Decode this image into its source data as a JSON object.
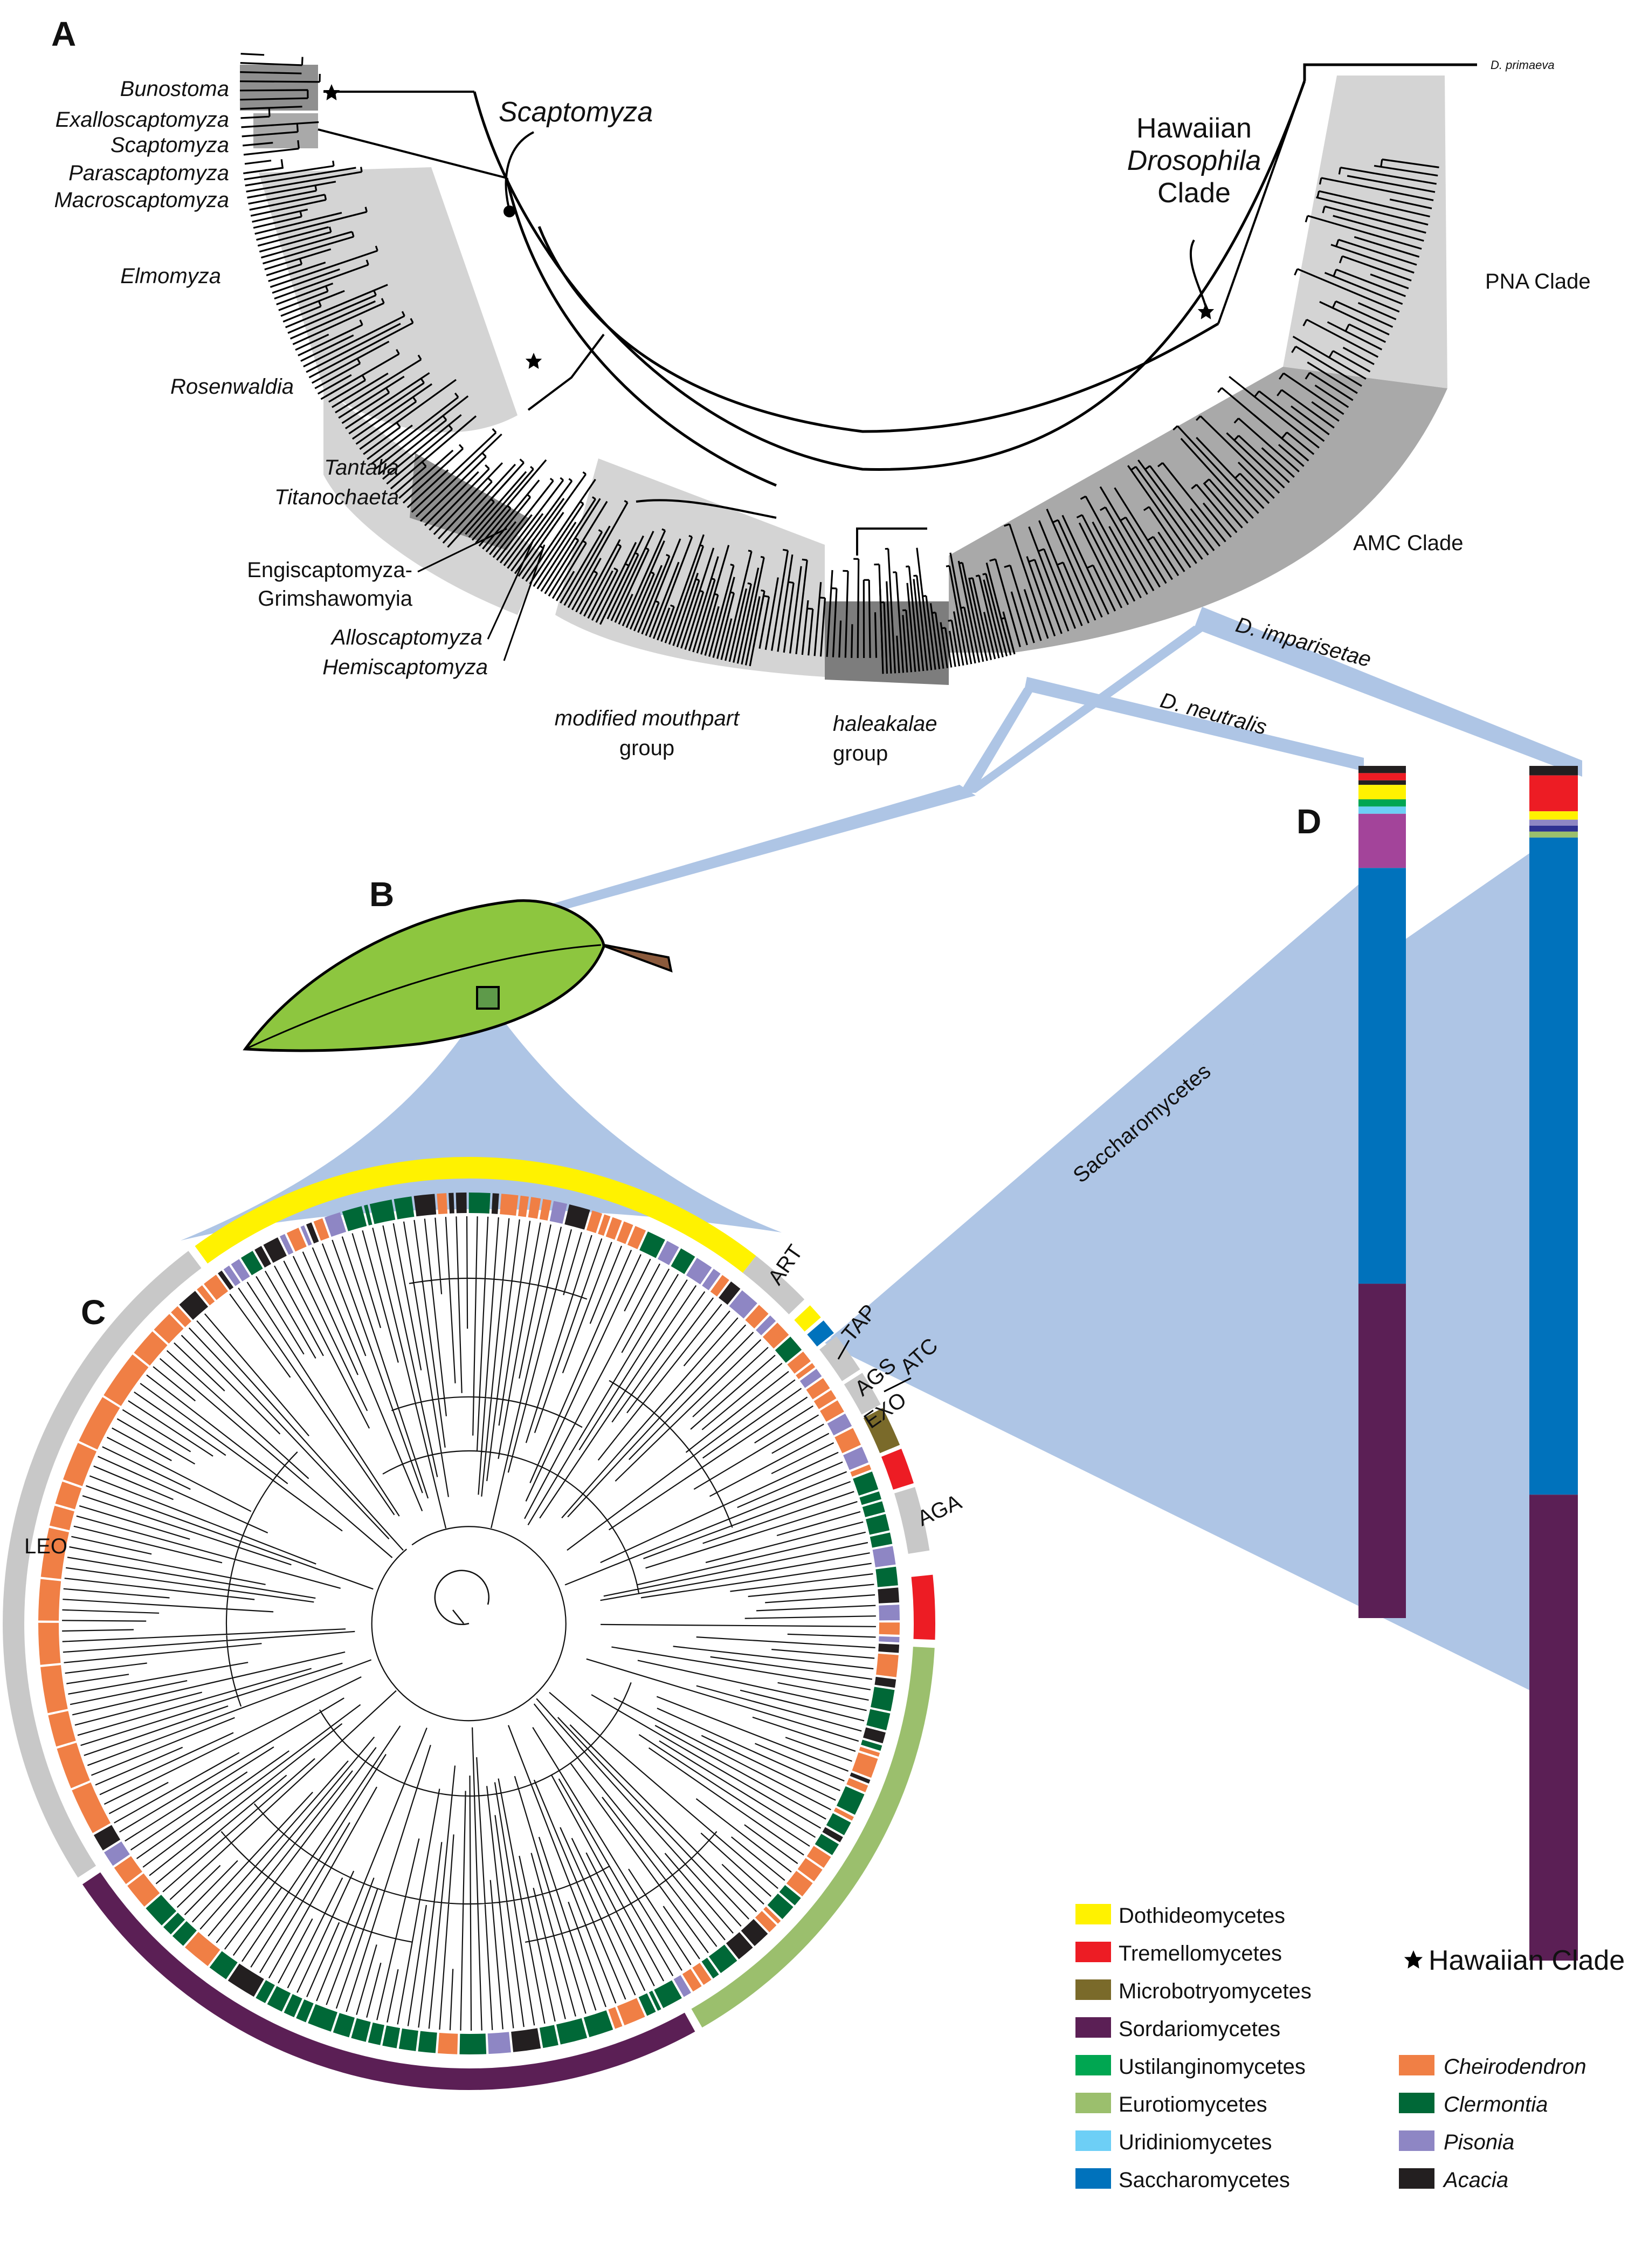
{
  "panels": {
    "a": "A",
    "b": "B",
    "c": "C",
    "d": "D"
  },
  "genera": [
    "Bunostoma",
    "Exalloscaptomyza",
    "Scaptomyza",
    "Parascaptomyza",
    "Macroscaptomyza",
    "Elmomyza",
    "Rosenwaldia",
    "Tantalia",
    "Titanochaeta",
    "Engiscaptomyza-",
    "Grimshawomyia",
    "Alloscaptomyza",
    "Hemiscaptomyza"
  ],
  "clade_labels": {
    "scaptomyza": "Scaptomyza",
    "hawaiian_line1": "Hawaiian",
    "hawaiian_line2": "Drosophila",
    "hawaiian_line3": "Clade",
    "pna": "PNA Clade",
    "amc": "AMC Clade",
    "outgroup": "D. primaeva",
    "mouthpart_line1": "modified mouthpart",
    "mouthpart_line2": "group",
    "haleakalae_line1": "haleakalae",
    "haleakalae_line2": "group",
    "imparisetae": "D. imparisetae",
    "neutralis": "D. neutralis",
    "saccharomycetes": "Saccharomycetes"
  },
  "fungal_clades": [
    "ART",
    "TAP",
    "AGS",
    "ATC",
    "EXO",
    "AGA",
    "LEO"
  ],
  "legend": {
    "classes": [
      {
        "name": "Dothideomycetes",
        "color": "#fff200"
      },
      {
        "name": "Tremellomycetes",
        "color": "#ed1c24"
      },
      {
        "name": "Microbotryomycetes",
        "color": "#7a6a2a"
      },
      {
        "name": "Sordariomycetes",
        "color": "#5b1f55"
      },
      {
        "name": "Ustilanginomycetes",
        "color": "#00a651"
      },
      {
        "name": "Eurotiomycetes",
        "color": "#9bbf6d"
      },
      {
        "name": "Uridiniomycetes",
        "color": "#6dcff6"
      },
      {
        "name": "Saccharomycetes",
        "color": "#0072bc"
      }
    ],
    "star_label": "Hawaiian Clade",
    "hosts": [
      {
        "name": "Cheirodendron",
        "color": "#f07f45"
      },
      {
        "name": "Clermontia",
        "color": "#006837"
      },
      {
        "name": "Pisonia",
        "color": "#8e86c4"
      },
      {
        "name": "Acacia",
        "color": "#231f20"
      }
    ]
  },
  "bars": [
    {
      "species": "D. neutralis",
      "segments": [
        {
          "cls": "Acacia",
          "frac": 0.008,
          "color": "#231f20"
        },
        {
          "cls": "Tremellomycetes",
          "frac": 0.008,
          "color": "#ed1c24"
        },
        {
          "cls": "Acacia",
          "frac": 0.005,
          "color": "#231f20"
        },
        {
          "cls": "Dothideomycetes",
          "frac": 0.016,
          "color": "#fff200"
        },
        {
          "cls": "Ustilanginomycetes",
          "frac": 0.008,
          "color": "#00a651"
        },
        {
          "cls": "Uridiniomycetes",
          "frac": 0.008,
          "color": "#6dcff6"
        },
        {
          "cls": "other",
          "frac": 0.06,
          "color": "#a3449a"
        },
        {
          "cls": "Saccharomycetes",
          "frac": 0.46,
          "color": "#0072bc"
        },
        {
          "cls": "Sordariomycetes",
          "frac": 0.37,
          "color": "#5b1f55"
        }
      ]
    },
    {
      "species": "D. imparisetae",
      "segments": [
        {
          "cls": "Acacia",
          "frac": 0.008,
          "color": "#231f20"
        },
        {
          "cls": "Tremellomycetes",
          "frac": 0.03,
          "color": "#ed1c24"
        },
        {
          "cls": "Dothideomycetes",
          "frac": 0.007,
          "color": "#fff200"
        },
        {
          "cls": "Pisonia",
          "frac": 0.005,
          "color": "#8e86c4"
        },
        {
          "cls": "other",
          "frac": 0.005,
          "color": "#2e3192"
        },
        {
          "cls": "Eurotiomycetes",
          "frac": 0.005,
          "color": "#9bbf6d"
        },
        {
          "cls": "Saccharomycetes",
          "frac": 0.55,
          "color": "#0072bc"
        },
        {
          "cls": "Sordariomycetes",
          "frac": 0.39,
          "color": "#5b1f55"
        }
      ]
    }
  ]
}
